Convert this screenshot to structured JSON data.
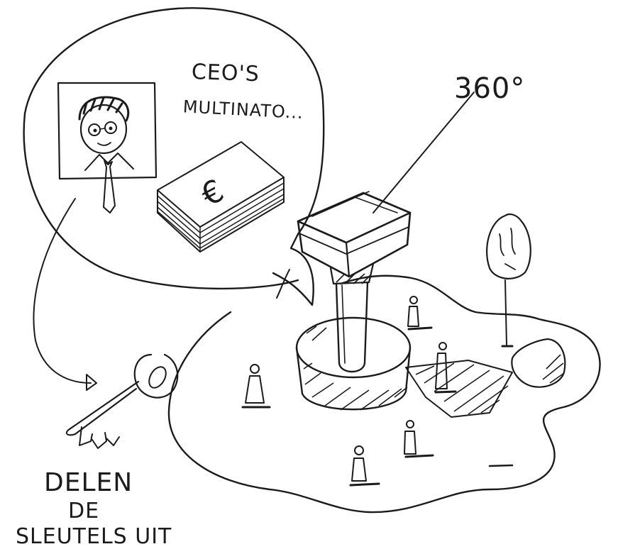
{
  "labels": {
    "ceo_line1": "CEO'S",
    "ceo_line2": "MULTINATO...",
    "angle": "360°",
    "currency": "€",
    "delen_line1": "DELEN",
    "delen_line2": "DE",
    "delen_line3": "SLEUTELS UIT"
  },
  "colors": {
    "ink": "#1b1b1b",
    "paper": "#ffffff"
  },
  "icons": {
    "key": "key-icon",
    "portrait": "portrait-icon",
    "money": "euro-banknotes-icon",
    "tower": "watchtower-icon",
    "tree": "tree-icon",
    "rock": "rock-icon",
    "person": "person-icon"
  }
}
